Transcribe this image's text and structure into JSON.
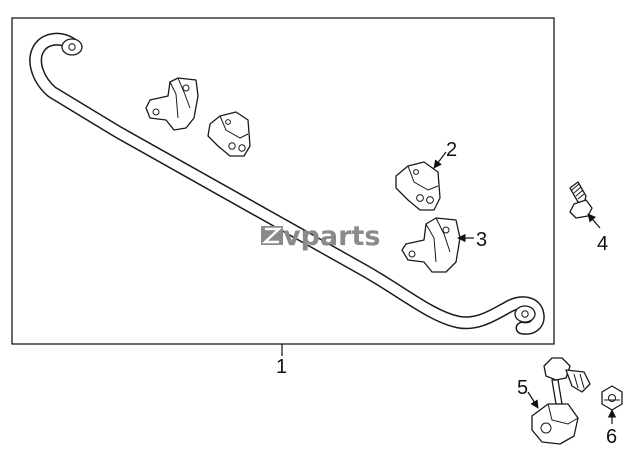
{
  "watermark": {
    "text": "vparts"
  },
  "callouts": [
    {
      "label": "1",
      "part": "stabilizer-bar"
    },
    {
      "label": "2",
      "part": "bushing"
    },
    {
      "label": "3",
      "part": "bushing-bracket"
    },
    {
      "label": "4",
      "part": "bolt"
    },
    {
      "label": "5",
      "part": "stabilizer-link"
    },
    {
      "label": "6",
      "part": "nut"
    }
  ],
  "colors": {
    "line": "#1a1a1a",
    "watermark": "#8a8a8a",
    "background": "#ffffff"
  }
}
